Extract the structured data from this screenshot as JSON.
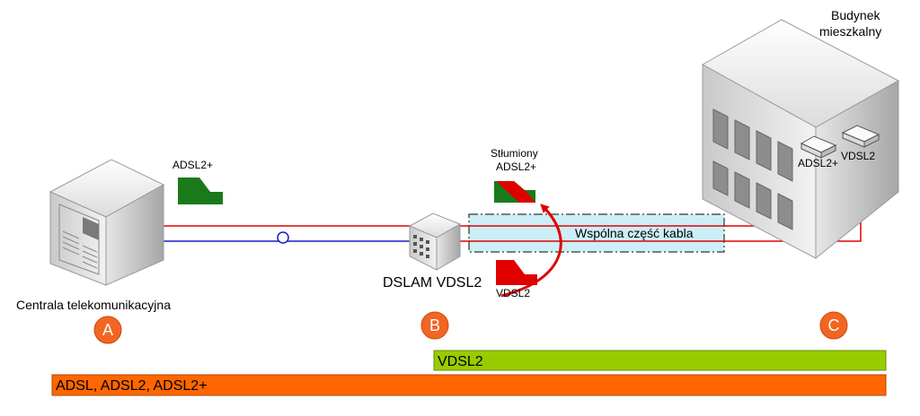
{
  "labels": {
    "central_office": "Centrala telekomunikacyjna",
    "dslam": "DSLAM VDSL2",
    "building_line1": "Budynek",
    "building_line2": "mieszkalny",
    "adsl2plus_top": "ADSL2+",
    "attenuated_line1": "Stłumiony",
    "attenuated_line2": "ADSL2+",
    "vdsl2_signal": "VDSL2",
    "shared_cable": "Wspólna część kabla",
    "modem_adsl": "ADSL2+",
    "modem_vdsl": "VDSL2"
  },
  "markers": {
    "a": "A",
    "b": "B",
    "c": "C"
  },
  "bars": {
    "vdsl2": "VDSL2",
    "adsl": "ADSL, ADSL2, ADSL2+"
  },
  "colors": {
    "adsl_line": "#e00000",
    "vdsl_line": "#1a1acc",
    "signal_green": "#1a7a1a",
    "signal_red": "#e00000",
    "marker_fill": "#f26522",
    "bar_vdsl": "#99cc00",
    "bar_adsl": "#ff6600",
    "shared_fill": "#cdeef7"
  }
}
